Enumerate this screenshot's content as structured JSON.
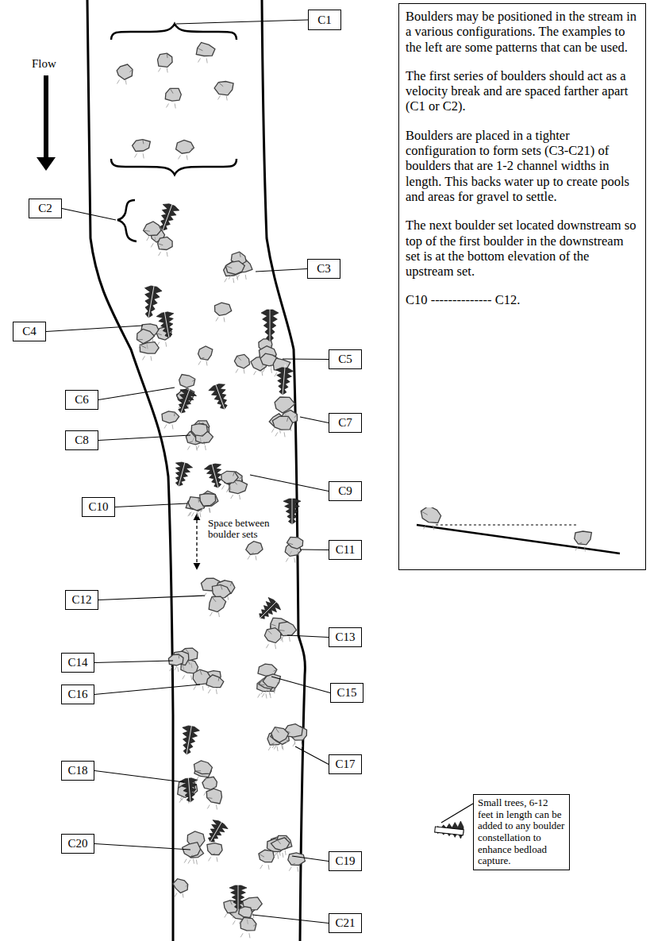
{
  "diagram": {
    "nodes": [
      {
        "text": [
          "C1"
        ]
      },
      {
        "text": [
          "C2"
        ]
      },
      {
        "text": [
          "C3"
        ]
      },
      {
        "text": [
          "C4"
        ]
      },
      {
        "text": [
          "C5"
        ]
      },
      {
        "text": [
          "C6"
        ]
      },
      {
        "text": [
          "C7"
        ]
      },
      {
        "text": [
          "C8"
        ]
      },
      {
        "text": [
          "C9"
        ]
      },
      {
        "text": [
          "C10"
        ]
      },
      {
        "text": [
          "C11"
        ]
      },
      {
        "text": [
          "C12"
        ]
      },
      {
        "text": [
          "C13"
        ]
      },
      {
        "text": [
          "C14"
        ]
      },
      {
        "text": [
          "C15"
        ]
      },
      {
        "text": [
          "C16"
        ]
      },
      {
        "text": [
          "C17"
        ]
      },
      {
        "text": [
          "C18"
        ]
      },
      {
        "text": [
          "C19"
        ]
      },
      {
        "text": [
          "C20"
        ]
      },
      {
        "text": [
          "C21"
        ]
      },
      {
        "text": [
          "Boulders may be positioned in the stream in a various configurations. The examples to the left are some patterns that can be used.",
          "The first series of boulders should act as a velocity break and are spaced farther apart (C1 or C2).",
          "Boulders are placed in a tighter configuration to form sets (C3-C21) of boulders that are 1-2 channel widths in length. This backs water up to create pools and areas for gravel to settle.",
          "The next boulder set located downstream so top of the first boulder in the downstream set is at the bottom elevation of the upstream set.",
          "C10 -------------- C12."
        ]
      },
      {
        "text": [
          "Small trees, 6-12 feet in length can be added to any boulder constellation to enhance bedload capture."
        ]
      }
    ],
    "labels": [
      "Flow",
      "Space between boulder sets"
    ]
  }
}
